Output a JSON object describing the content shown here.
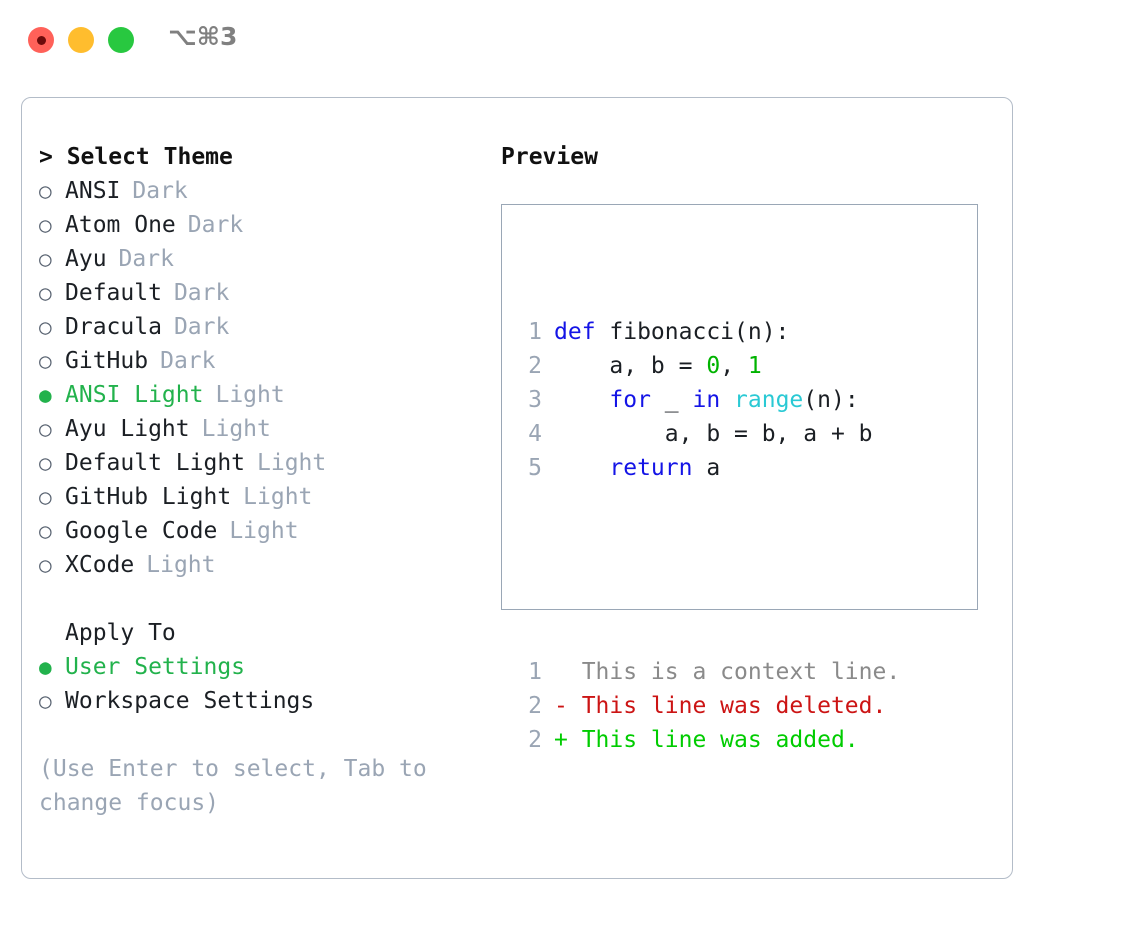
{
  "window": {
    "shortcut_label": "⌥⌘3",
    "traffic_lights": [
      {
        "name": "close",
        "color": "#ff6159"
      },
      {
        "name": "minimize",
        "color": "#ffbd2e"
      },
      {
        "name": "maximize",
        "color": "#28c840"
      }
    ]
  },
  "colors": {
    "accent_green": "#22b24c",
    "muted": "#9aa5b4",
    "text": "#1b1f24",
    "panel_border": "#b3bcc8",
    "preview_border": "#9aa7b6",
    "kw_blue": "#1414e6",
    "fn_cyan": "#2ac9d4",
    "num_green": "#00b300",
    "diff_del": "#cc1414",
    "diff_add": "#00cc00",
    "diff_ctx": "#8a8a8a"
  },
  "left": {
    "heading": "> Select Theme",
    "marker_selected": "●",
    "marker_unselected": "○",
    "themes": [
      {
        "name": "ANSI",
        "tag": "Dark",
        "selected": false
      },
      {
        "name": "Atom One",
        "tag": "Dark",
        "selected": false
      },
      {
        "name": "Ayu",
        "tag": "Dark",
        "selected": false
      },
      {
        "name": "Default",
        "tag": "Dark",
        "selected": false
      },
      {
        "name": "Dracula",
        "tag": "Dark",
        "selected": false
      },
      {
        "name": "GitHub",
        "tag": "Dark",
        "selected": false
      },
      {
        "name": "ANSI Light",
        "tag": "Light",
        "selected": true
      },
      {
        "name": "Ayu Light",
        "tag": "Light",
        "selected": false
      },
      {
        "name": "Default Light",
        "tag": "Light",
        "selected": false
      },
      {
        "name": "GitHub Light",
        "tag": "Light",
        "selected": false
      },
      {
        "name": "Google Code",
        "tag": "Light",
        "selected": false
      },
      {
        "name": "XCode",
        "tag": "Light",
        "selected": false
      }
    ],
    "apply_to_heading": "Apply To",
    "apply_to_options": [
      {
        "label": "User Settings",
        "selected": true
      },
      {
        "label": "Workspace Settings",
        "selected": false
      }
    ],
    "hint": "(Use Enter to select, Tab to change focus)"
  },
  "right": {
    "heading": "Preview",
    "code_lines": [
      {
        "no": "1",
        "tokens": [
          {
            "t": "def",
            "c": "kw"
          },
          {
            "t": " fibonacci(n):",
            "c": "plain"
          }
        ]
      },
      {
        "no": "2",
        "tokens": [
          {
            "t": "    a, b = ",
            "c": "plain"
          },
          {
            "t": "0",
            "c": "num"
          },
          {
            "t": ", ",
            "c": "plain"
          },
          {
            "t": "1",
            "c": "num"
          }
        ]
      },
      {
        "no": "3",
        "tokens": [
          {
            "t": "    ",
            "c": "plain"
          },
          {
            "t": "for",
            "c": "kw"
          },
          {
            "t": " _ ",
            "c": "plain"
          },
          {
            "t": "in",
            "c": "kw"
          },
          {
            "t": " ",
            "c": "plain"
          },
          {
            "t": "range",
            "c": "fn"
          },
          {
            "t": "(n):",
            "c": "plain"
          }
        ]
      },
      {
        "no": "4",
        "tokens": [
          {
            "t": "        a, b = b, a + b",
            "c": "plain"
          }
        ]
      },
      {
        "no": "5",
        "tokens": [
          {
            "t": "    ",
            "c": "plain"
          },
          {
            "t": "return",
            "c": "kw"
          },
          {
            "t": " a",
            "c": "plain"
          }
        ]
      }
    ],
    "diff_lines": [
      {
        "no": "1",
        "marker": "  ",
        "text": "This is a context line.",
        "kind": "ctx"
      },
      {
        "no": "2",
        "marker": "- ",
        "text": "This line was deleted.",
        "kind": "del"
      },
      {
        "no": "2",
        "marker": "+ ",
        "text": "This line was added.",
        "kind": "add"
      }
    ]
  }
}
